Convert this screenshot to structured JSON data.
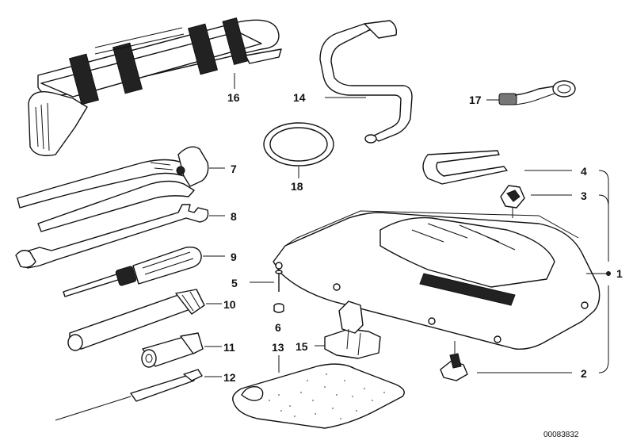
{
  "diagram_code": "00083832",
  "callouts": {
    "c1": "1",
    "c2": "2",
    "c3": "3",
    "c4": "4",
    "c5": "5",
    "c6": "6",
    "c7": "7",
    "c8": "8",
    "c9": "9",
    "c10": "10",
    "c11": "11",
    "c12": "12",
    "c13": "13",
    "c14": "14",
    "c15": "15",
    "c16": "16",
    "c17": "17",
    "c18": "18"
  }
}
